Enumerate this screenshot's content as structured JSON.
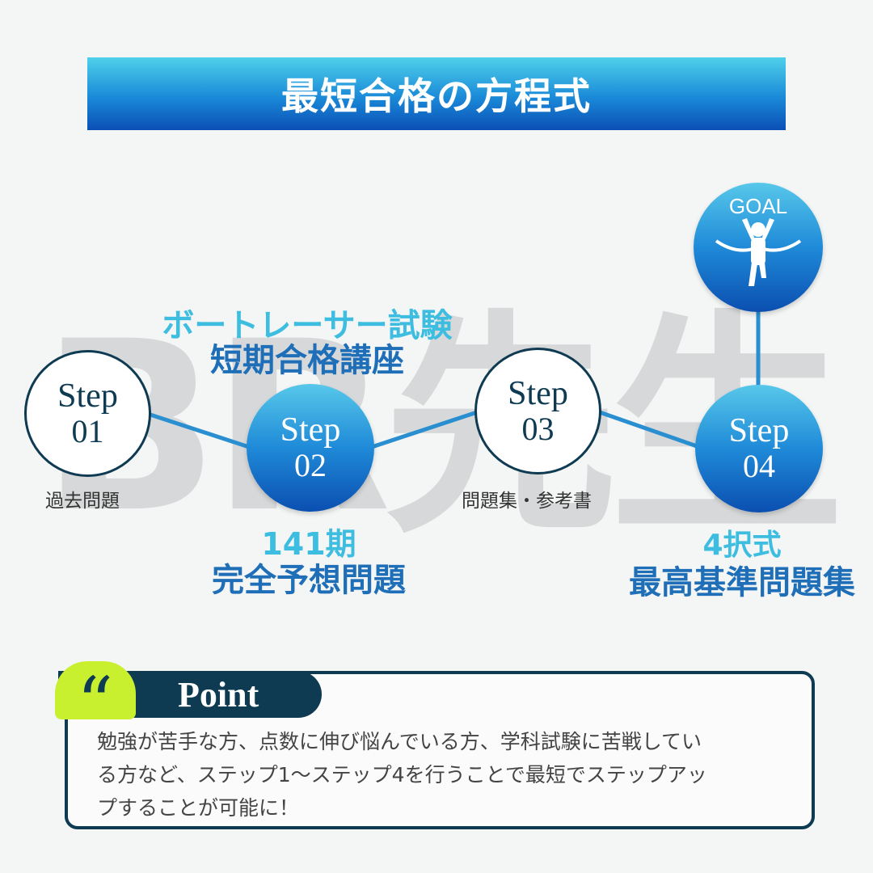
{
  "banner": {
    "title": "最短合格の方程式"
  },
  "watermark": "BR先生",
  "goal": {
    "label": "GOAL",
    "icon": "runner-finish-icon"
  },
  "steps": [
    {
      "word": "Step",
      "num": "01",
      "style": "white",
      "caption": "過去問題"
    },
    {
      "word": "Step",
      "num": "02",
      "style": "blue"
    },
    {
      "word": "Step",
      "num": "03",
      "style": "white",
      "caption": "問題集・参考書"
    },
    {
      "word": "Step",
      "num": "04",
      "style": "blue"
    }
  ],
  "labels": {
    "step02_top_line1": "ボートレーサー試験",
    "step02_top_line2": "短期合格講座",
    "step02_bottom_line1": "141期",
    "step02_bottom_line2": "完全予想問題",
    "step04_bottom_line1": "4択式",
    "step04_bottom_line2": "最高基準問題集"
  },
  "point": {
    "quote_icon": "quote-mark-icon",
    "title": "Point",
    "body_lines": [
      "勉強が苦手な方、点数に伸び悩んでいる方、学科試験に苦戦してい",
      "る方など、ステップ1～ステップ4を行うことで最短でステップアッ",
      "プすることが可能に！"
    ]
  },
  "colors": {
    "navy": "#0e3a52",
    "blue_light": "#3dbde0",
    "blue_dark": "#1f6fb8",
    "lime": "#c9f02e"
  }
}
